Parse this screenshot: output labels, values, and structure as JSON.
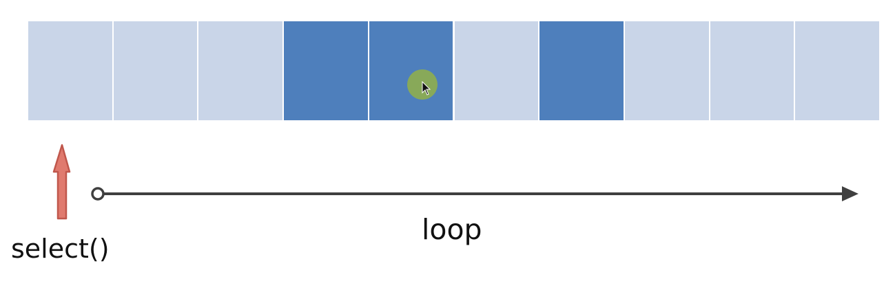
{
  "labels": {
    "loop": "loop",
    "select": "select()"
  },
  "cells": [
    {
      "state": "idle"
    },
    {
      "state": "idle"
    },
    {
      "state": "idle"
    },
    {
      "state": "active"
    },
    {
      "state": "active"
    },
    {
      "state": "idle"
    },
    {
      "state": "active"
    },
    {
      "state": "idle"
    },
    {
      "state": "idle"
    },
    {
      "state": "idle"
    }
  ],
  "colors": {
    "idle_cell": "#c9d5e8",
    "active_cell": "#4e7fbc",
    "cell_gap": "#ffffff",
    "timeline": "#3f3f3f",
    "select_arrow_fill": "#e07a6e",
    "select_arrow_stroke": "#c0574c",
    "cursor_dot": "#8fae4e"
  },
  "icons": {
    "cursor": "mouse-pointer-icon",
    "select_arrow": "up-arrow-icon",
    "timeline_arrow": "right-arrow-icon"
  }
}
